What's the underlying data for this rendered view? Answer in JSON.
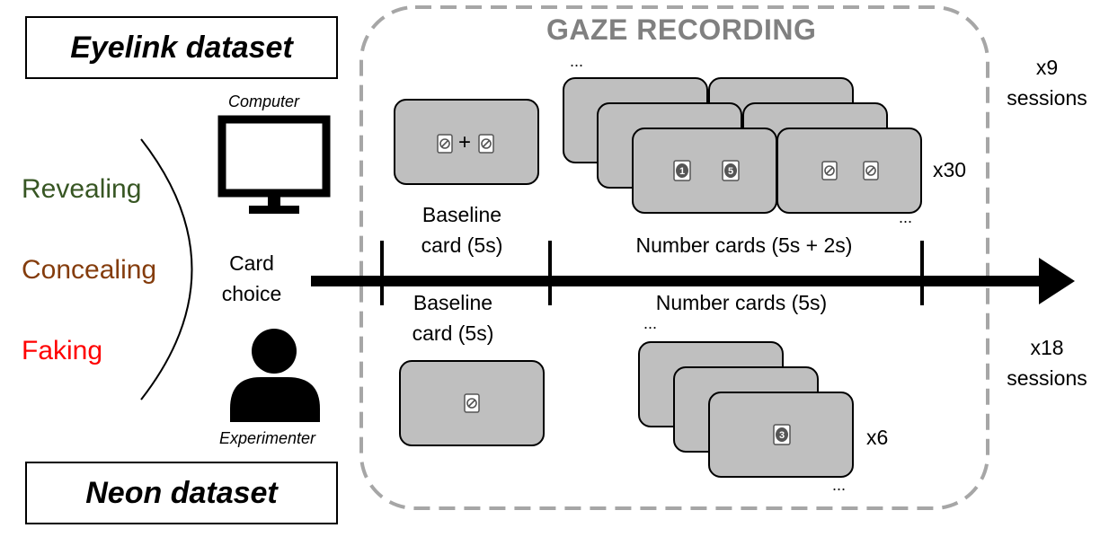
{
  "datasets": {
    "eyelink": "Eyelink dataset",
    "neon": "Neon dataset"
  },
  "modes": [
    {
      "label": "Revealing",
      "color": "#375623"
    },
    {
      "label": "Concealing",
      "color": "#843c0c"
    },
    {
      "label": "Faking",
      "color": "#ff0000"
    }
  ],
  "computer_label": "Computer",
  "experimenter_label": "Experimenter",
  "card_choice": [
    "Card",
    "choice"
  ],
  "gaze_title": "GAZE RECORDING",
  "eyelink_phase": {
    "baseline": [
      "Baseline",
      "card (5s)"
    ],
    "number": "Number cards (5s + 2s)",
    "repeat": "x30",
    "sessions": [
      "x9",
      "sessions"
    ]
  },
  "neon_phase": {
    "baseline": [
      "Baseline",
      "card (5s)"
    ],
    "number": "Number cards (5s)",
    "repeat": "x6",
    "sessions": [
      "x18",
      "sessions"
    ]
  },
  "ellipsis": "...",
  "plus": "+",
  "card_digits": {
    "left": "1",
    "right": "5",
    "neon": "3"
  }
}
